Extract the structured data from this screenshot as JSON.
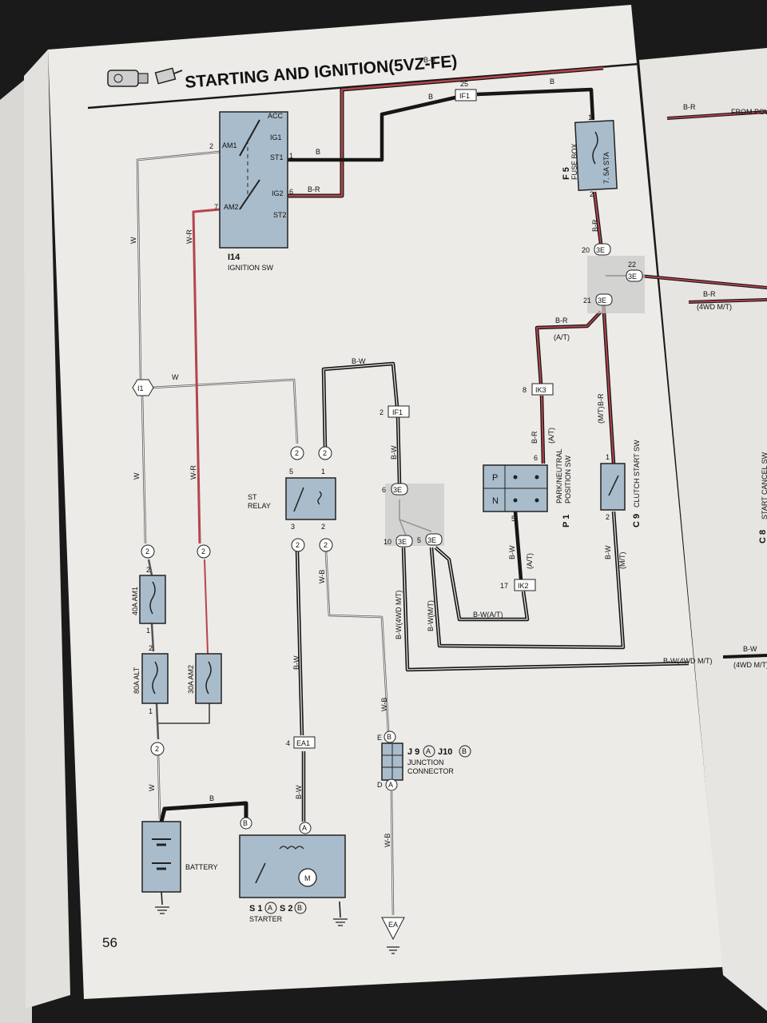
{
  "header": {
    "title": "STARTING AND IGNITION(5VZ-FE)",
    "page_number": "56"
  },
  "components": {
    "ignition_sw": {
      "code": "I14",
      "name": "IGNITION SW",
      "terminals": [
        "ACC",
        "IG1",
        "ST1",
        "AM1",
        "AM2",
        "IG2",
        "ST2"
      ]
    },
    "fuse_box": {
      "code": "F 5",
      "name": "FUSE BOX",
      "fuse": "7. 5A STA"
    },
    "st_relay": {
      "name_line1": "ST",
      "name_line2": "RELAY"
    },
    "park_neutral_sw": {
      "code": "P 1",
      "name_line1": "PARK/NEUTRAL",
      "name_line2": "POSITION SW",
      "pos_p": "P",
      "pos_n": "N"
    },
    "clutch_start_sw": {
      "code": "C 9",
      "name": "CLUTCH START SW"
    },
    "fuse_am1": "40A AM1",
    "fuse_alt": "80A ALT",
    "fuse_am2": "30A AM2",
    "battery": "BATTERY",
    "starter": {
      "code": "S 1",
      "code2": "S 2",
      "name": "STARTER",
      "motor": "M"
    },
    "junction": {
      "code": "J 9",
      "code2": "J10",
      "name_line1": "JUNCTION",
      "name_line2": "CONNECTOR"
    }
  },
  "connectors": {
    "if1": "IF1",
    "ik3": "IK3",
    "ik2": "IK2",
    "ea1": "EA1",
    "e3": "3E",
    "i1": "I1",
    "two": "2",
    "ground_ea": "EA",
    "ca": "A",
    "cb": "B",
    "ce": "E",
    "cd": "D"
  },
  "pins": {
    "p25": "25",
    "p1": "1",
    "p2": "2",
    "p3": "3",
    "p4": "4",
    "p5": "5",
    "p6": "6",
    "p7": "7",
    "p8": "8",
    "p10": "10",
    "p17": "17",
    "p20": "20",
    "p21": "21",
    "p22": "22"
  },
  "wire_labels": {
    "br": "B-R",
    "b": "B",
    "w": "W",
    "wr": "W-R",
    "bw": "B-W",
    "wb": "W-B",
    "at": "(A/T)",
    "mt": "(M/T)",
    "bw_at": "B-W(A/T)",
    "bw_mt": "B-W(M/T)",
    "bw_4wd": "B-W(4WD M/T)",
    "wd4": "(4WD M/T)",
    "bw_4wd_edge": "B-W(4WD M/T)"
  },
  "right_page": {
    "from_po": "FROM POW",
    "start_cancel": "START CANCEL SW",
    "c8": "C 8"
  },
  "colors": {
    "paper": "#ecebe7",
    "component_fill": "#a9bccb",
    "wire_red": "#b5454c",
    "wire_black": "#161616"
  }
}
